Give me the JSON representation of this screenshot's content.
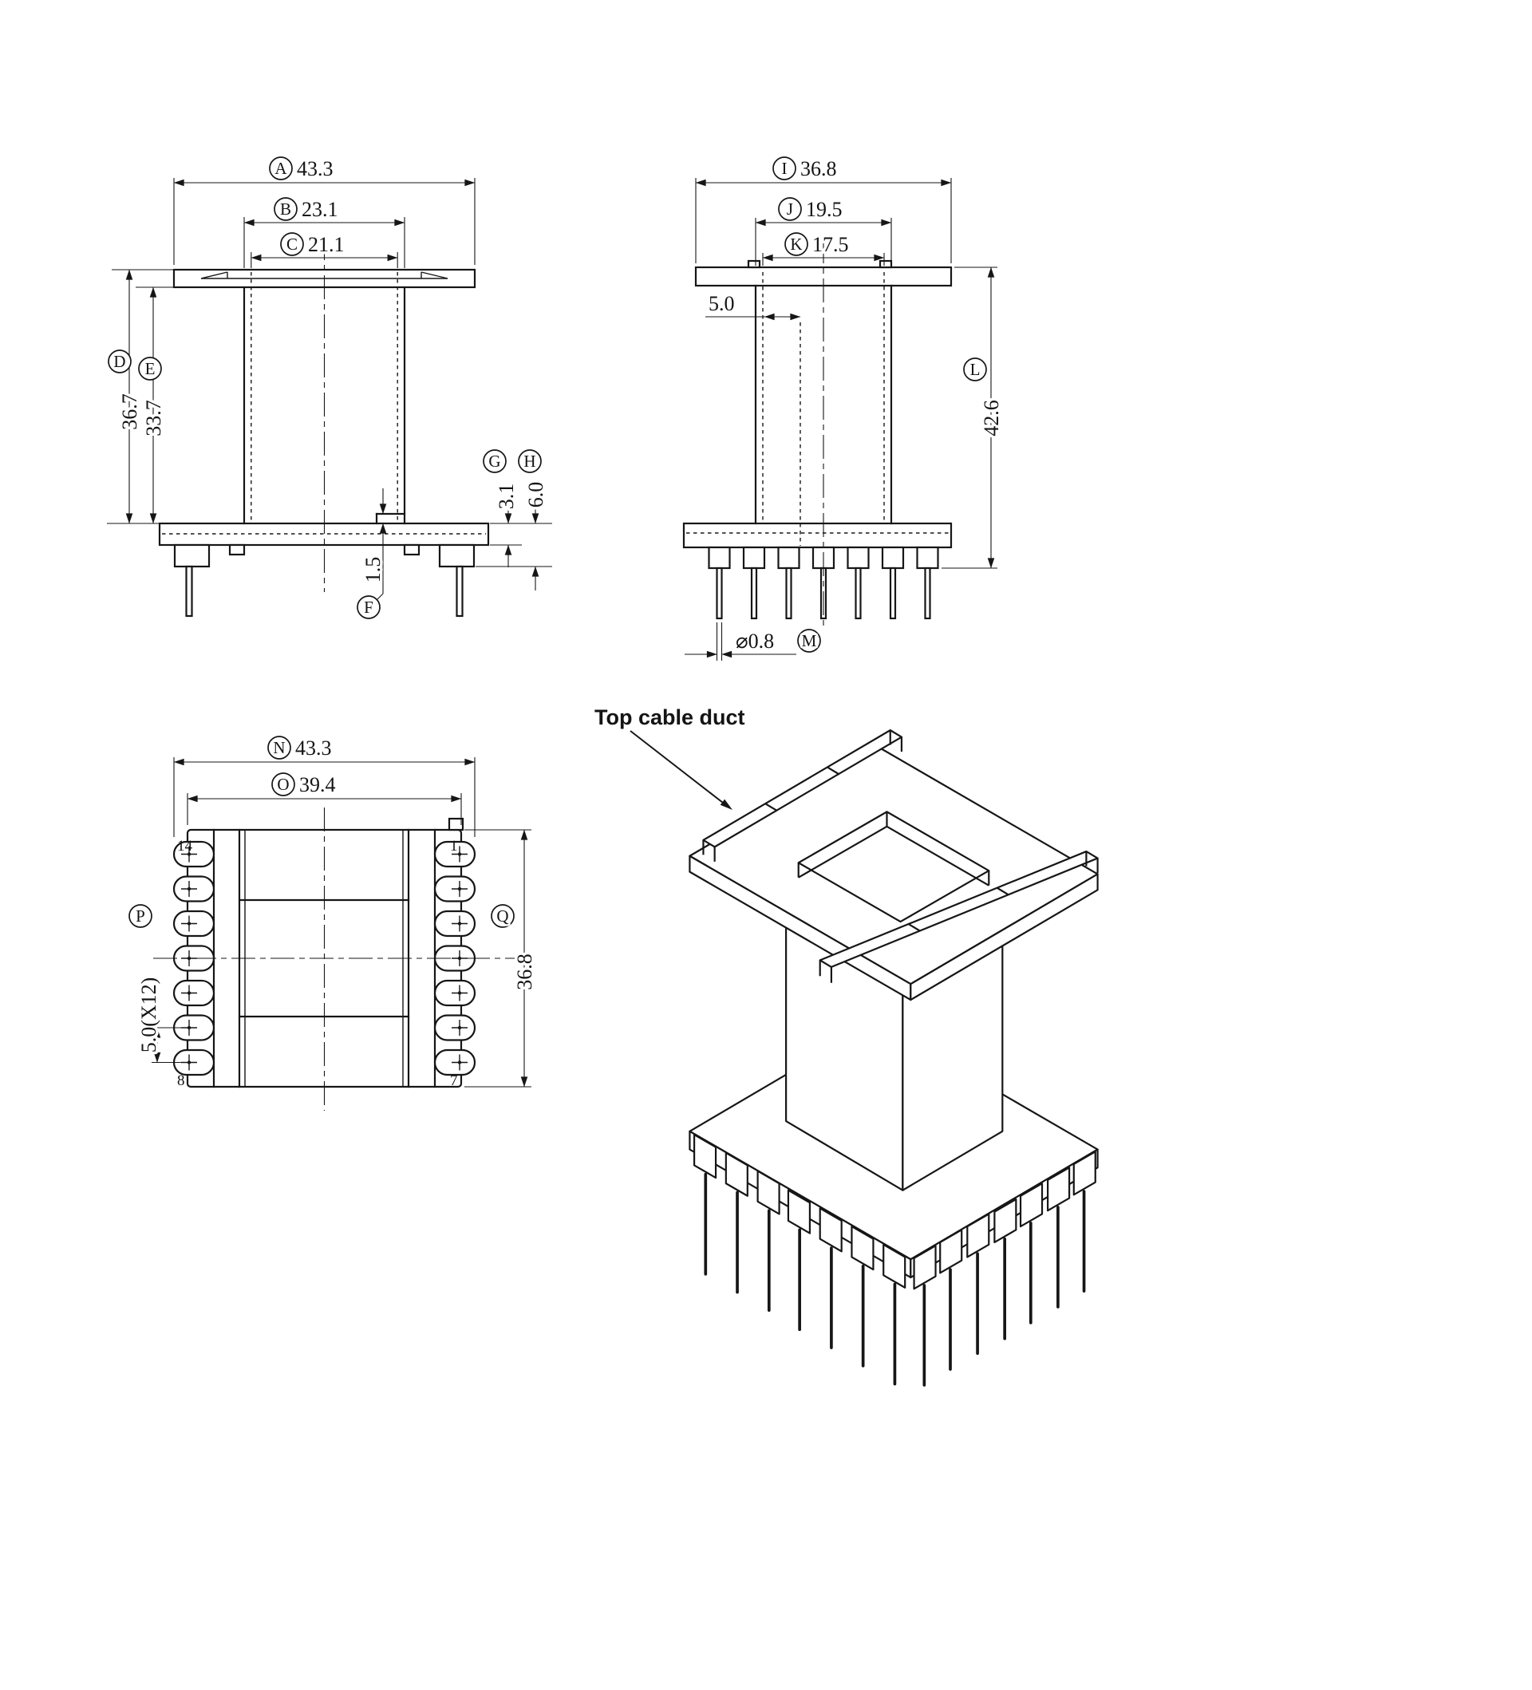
{
  "front_view": {
    "dim_a": {
      "letter": "A",
      "value": "43.3"
    },
    "dim_b": {
      "letter": "B",
      "value": "23.1"
    },
    "dim_c": {
      "letter": "C",
      "value": "21.1"
    },
    "dim_d": {
      "letter": "D",
      "value": "36.7"
    },
    "dim_e": {
      "letter": "E",
      "value": "33.7"
    },
    "dim_f": {
      "letter": "F",
      "value": "1.5"
    },
    "dim_g": {
      "letter": "G",
      "value": "3.1"
    },
    "dim_h": {
      "letter": "H",
      "value": "6.0"
    }
  },
  "side_view": {
    "dim_i": {
      "letter": "I",
      "value": "36.8"
    },
    "dim_j": {
      "letter": "J",
      "value": "19.5"
    },
    "dim_k": {
      "letter": "K",
      "value": "17.5"
    },
    "dim_l": {
      "letter": "L",
      "value": "42.6"
    },
    "dim_m": {
      "letter": "M",
      "value": "⌀0.8"
    },
    "pin_row_offset": "5.0"
  },
  "top_view": {
    "dim_n": {
      "letter": "N",
      "value": "43.3"
    },
    "dim_o": {
      "letter": "O",
      "value": "39.4"
    },
    "dim_p": {
      "letter": "P",
      "value": "5.0(X12)"
    },
    "dim_q": {
      "letter": "Q",
      "value": "36.8"
    },
    "pin_top_left": "14",
    "pin_top_right": "1",
    "pin_bottom_left": "8",
    "pin_bottom_right": "7"
  },
  "iso_view": {
    "annotation": "Top cable duct"
  }
}
